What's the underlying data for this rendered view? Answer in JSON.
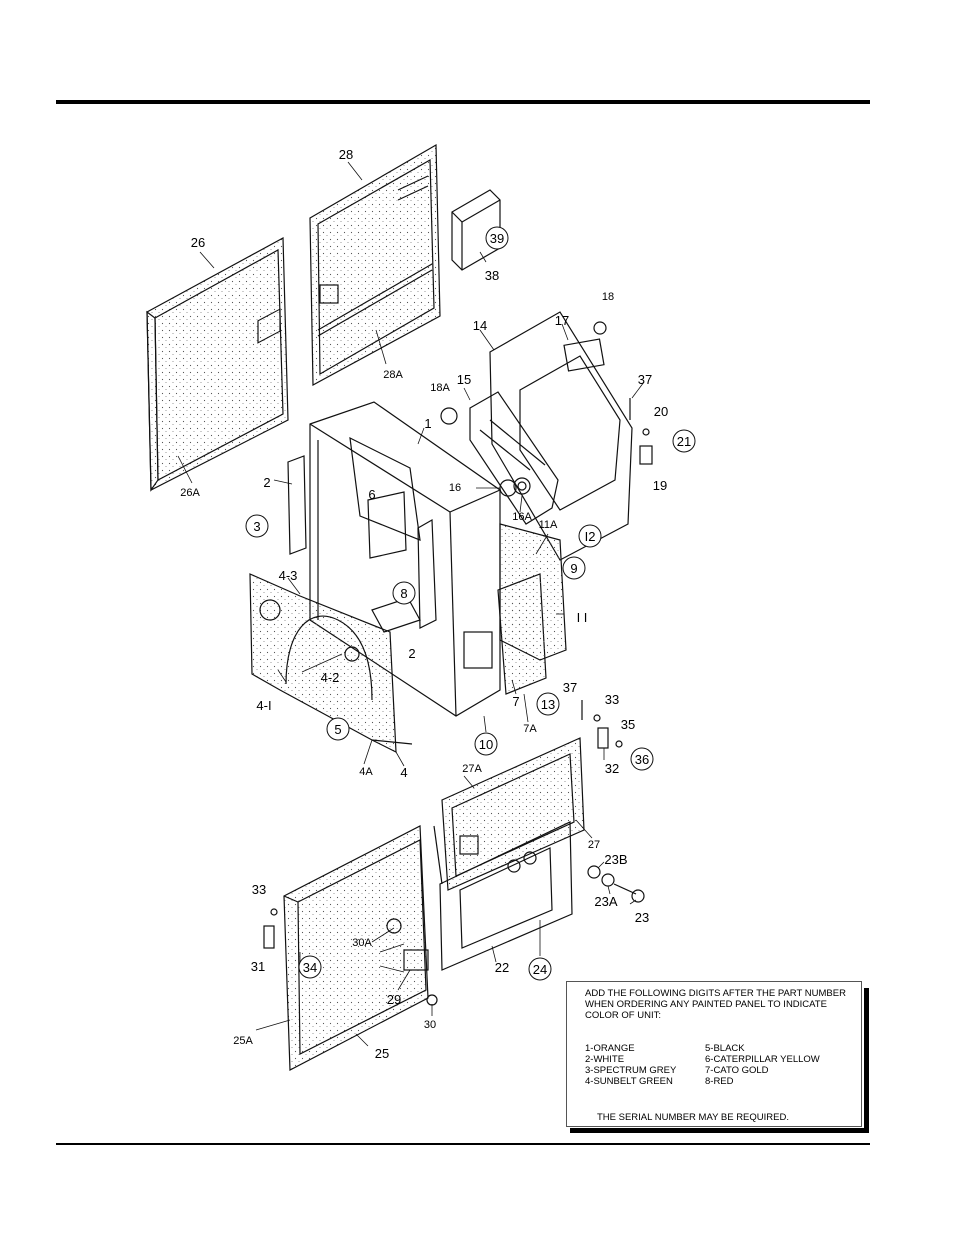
{
  "parts": {
    "p1": "1",
    "p2a": "2",
    "p2b": "2",
    "p3": "3",
    "p4": "4",
    "p4a": "4A",
    "p4_1": "4-I",
    "p4_2": "4-2",
    "p4_3": "4-3",
    "p5": "5",
    "p6": "6",
    "p7": "7",
    "p7a": "7A",
    "p8": "8",
    "p9": "9",
    "p10": "10",
    "p11": "I I",
    "p11a": "11A",
    "p12": "I2",
    "p13": "13",
    "p14": "14",
    "p15": "15",
    "p16": "16",
    "p16a": "16A",
    "p17": "17",
    "p18": "18",
    "p18a": "18A",
    "p19": "19",
    "p20": "20",
    "p21": "21",
    "p22": "22",
    "p23": "23",
    "p23a": "23A",
    "p23b": "23B",
    "p24": "24",
    "p25": "25",
    "p25a": "25A",
    "p26": "26",
    "p26a": "26A",
    "p27": "27",
    "p27a": "27A",
    "p28": "28",
    "p28a": "28A",
    "p29": "29",
    "p30": "30",
    "p30a": "30A",
    "p31": "31",
    "p32": "32",
    "p33a": "33",
    "p33b": "33",
    "p34": "34",
    "p35": "35",
    "p36": "36",
    "p37a": "37",
    "p37b": "37",
    "p38": "38",
    "p39": "39"
  },
  "note": {
    "intro": "ADD THE FOLLOWING DIGITS AFTER THE PART NUMBER WHEN ORDERING ANY PAINTED PANEL TO INDICATE COLOR OF UNIT:",
    "colors": [
      "1-ORANGE",
      "5-BLACK",
      "2-WHITE",
      "6-CATERPILLAR YELLOW",
      "3-SPECTRUM GREY",
      "7-CATO GOLD",
      "4-SUNBELT GREEN",
      "8-RED"
    ],
    "serial": "THE SERIAL NUMBER MAY BE REQUIRED."
  }
}
